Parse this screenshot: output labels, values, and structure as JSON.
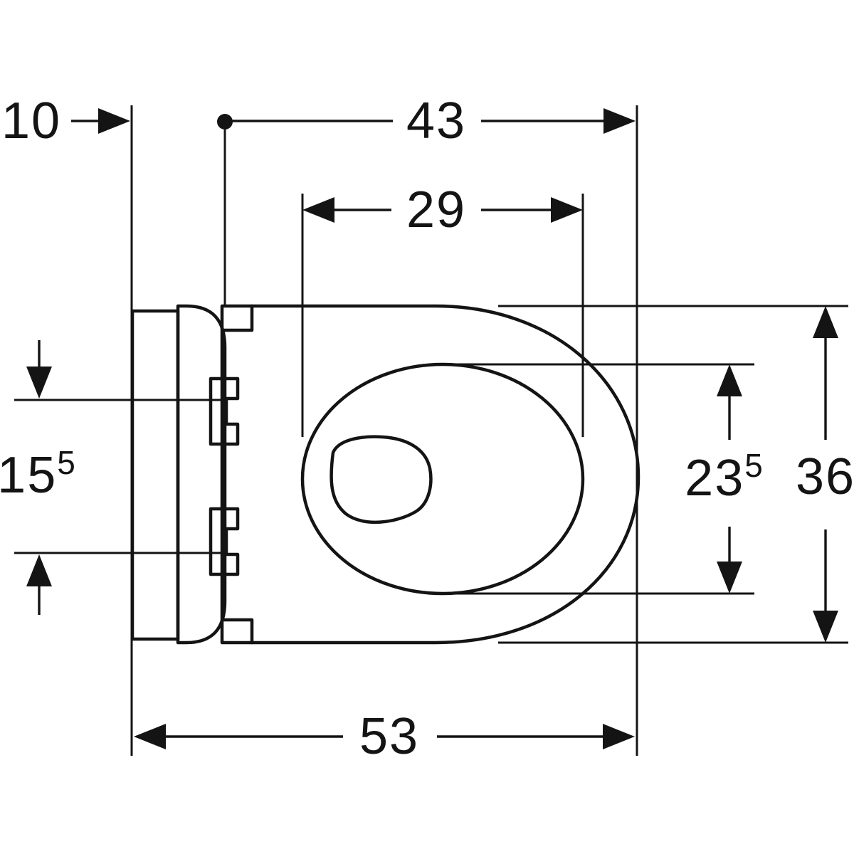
{
  "background": "#ffffff",
  "line_color": "#141414",
  "drawing_type": "technical dimensional drawing, toilet top view",
  "dimensions": {
    "plate_depth": {
      "label": "10",
      "sup": "",
      "value": 10
    },
    "front_depth": {
      "label": "43",
      "sup": "",
      "value": 43
    },
    "opening_width": {
      "label": "29",
      "sup": "",
      "value": 29
    },
    "fixing_span": {
      "label": "15",
      "sup": "5",
      "value": 15.5
    },
    "opening_depth": {
      "label": "23",
      "sup": "5",
      "value": 23.5
    },
    "bowl_width": {
      "label": "36",
      "sup": "",
      "value": 36
    },
    "overall_depth": {
      "label": "53",
      "sup": "",
      "value": 53
    }
  }
}
